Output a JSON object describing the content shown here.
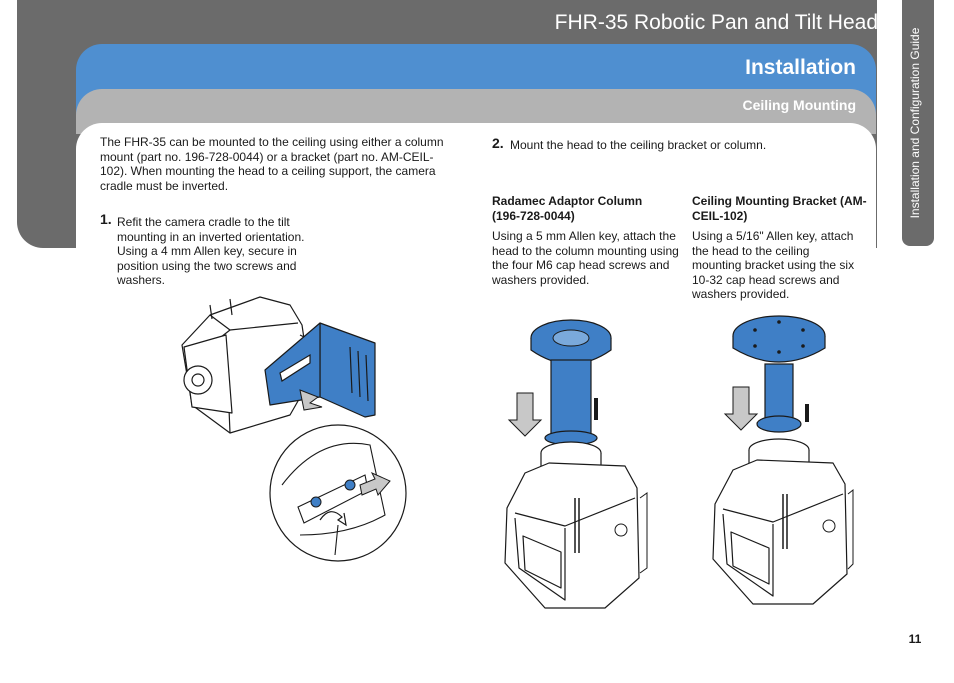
{
  "header": {
    "doc_title": "FHR-35 Robotic Pan and Tilt Head",
    "section_title": "Installation",
    "subsection_title": "Ceiling Mounting",
    "side_tab": "Installation and Configuration Guide"
  },
  "intro": "The FHR-35 can be mounted to the ceiling using either a column mount (part no. 196-728-0044) or a bracket (part no. AM-CEIL-102). When mounting the head to a ceiling support, the camera cradle must be inverted.",
  "step1": {
    "num": "1.",
    "text": "Refit the camera cradle to the tilt mounting in an inverted orientation. Using a 4 mm Allen key, secure in position using the two screws and washers."
  },
  "step2": {
    "num": "2.",
    "text": "Mount the head to the ceiling bracket or column."
  },
  "column_mount": {
    "title": "Radamec Adaptor Column (196-728-0044)",
    "text": "Using a 5 mm Allen key, attach the head to the column mounting using the four M6 cap head screws and washers provided."
  },
  "bracket_mount": {
    "title": "Ceiling Mounting Bracket (AM-CEIL-102)",
    "text": "Using a 5/16\" Allen key, attach the head to the ceiling mounting bracket using the six 10-32 cap head screws and washers provided."
  },
  "page_number": "11",
  "colors": {
    "header_gray": "#6b6b6b",
    "section_blue": "#4f8fd0",
    "subsection_gray": "#b3b3b3",
    "part_blue": "#3f7fc6"
  }
}
